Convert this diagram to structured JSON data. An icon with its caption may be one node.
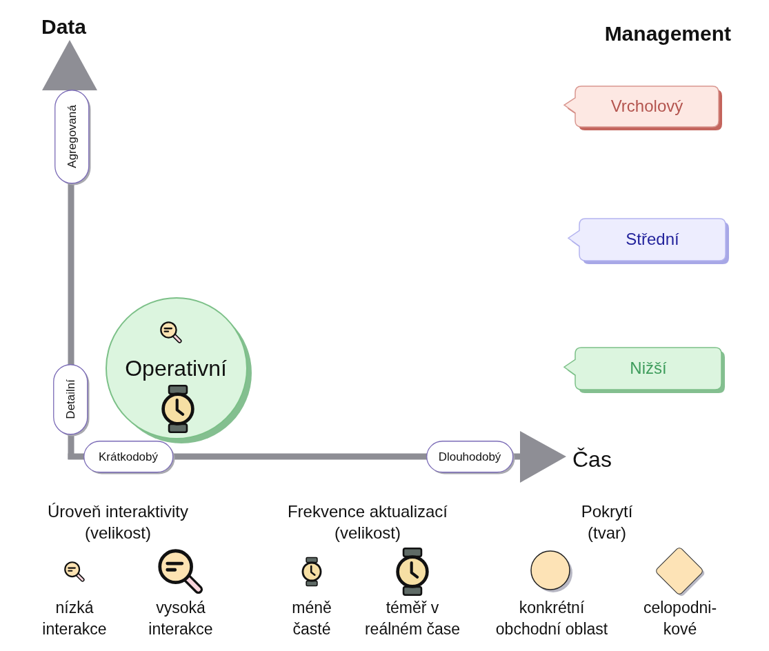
{
  "diagram": {
    "nodes": [
      {
        "text": [
          "Vrcholový"
        ]
      },
      {
        "text": [
          "Agregovaná"
        ]
      },
      {
        "text": [
          "Střední"
        ]
      },
      {
        "text": [
          "Operativní"
        ]
      },
      {
        "text": [
          "Nižší"
        ]
      },
      {
        "text": [
          "Detailní"
        ]
      },
      {
        "text": [
          "Krátkodobý"
        ]
      },
      {
        "text": [
          "Dlouhodobý"
        ]
      }
    ],
    "labels": [
      "Data",
      "Management",
      "Čas",
      "Úroveň interaktivity (velikost)",
      "Frekvence aktualizací (velikost)",
      "Pokrytí (tvar)"
    ],
    "legend": [
      {
        "text": "nízká interakce"
      },
      {
        "text": "vysoká interakce"
      },
      {
        "text": "méně časté"
      },
      {
        "text": "téměř v reálném čase"
      },
      {
        "text": "konkrétní obchodní oblast"
      },
      {
        "text": "celopodni- kové"
      }
    ]
  }
}
